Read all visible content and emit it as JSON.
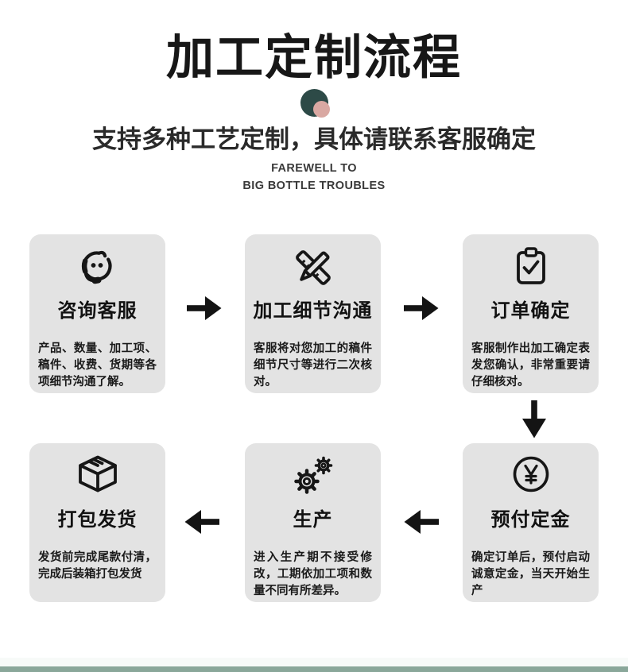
{
  "header": {
    "title": "加工定制流程",
    "subtitle": "支持多种工艺定制，具体请联系客服确定",
    "tagline_line1": "FAREWELL TO",
    "tagline_line2": "BIG BOTTLE TROUBLES"
  },
  "colors": {
    "accent_dot_teal": "#2d4a47",
    "accent_dot_pink": "#d9a8a2",
    "card_background": "#e3e3e3",
    "arrow_black": "#141414",
    "footer_bar_green": "#8aa79a"
  },
  "steps": [
    {
      "icon": "headset-icon",
      "title": "咨询客服",
      "desc": "产品、数量、加工项、稿件、收费、货期等各项细节沟通了解。"
    },
    {
      "icon": "pencil-ruler-icon",
      "title": "加工细节沟通",
      "desc": "客服将对您加工的稿件细节尺寸等进行二次核对。"
    },
    {
      "icon": "clipboard-check-icon",
      "title": "订单确定",
      "desc": "客服制作出加工确定表发您确认，非常重要请仔细核对。"
    },
    {
      "icon": "yen-coin-icon",
      "title": "预付定金",
      "desc": "确定订单后，预付启动诚意定金，当天开始生产"
    },
    {
      "icon": "gears-icon",
      "title": "生产",
      "desc": "进入生产期不接受修改，工期依加工项和数量不同有所差异。"
    },
    {
      "icon": "package-icon",
      "title": "打包发货",
      "desc": "发货前完成尾款付清，完成后装箱打包发货"
    }
  ]
}
